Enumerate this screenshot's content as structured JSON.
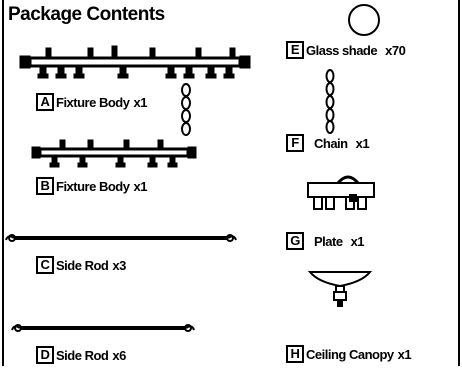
{
  "title": "Package Contents",
  "parts": [
    {
      "letter": "A",
      "name": "Fixture Body",
      "qty": "x1"
    },
    {
      "letter": "B",
      "name": "Fixture Body",
      "qty": "x1"
    },
    {
      "letter": "C",
      "name": "Side Rod",
      "qty": "x3"
    },
    {
      "letter": "D",
      "name": "Side Rod",
      "qty": "x6"
    },
    {
      "letter": "E",
      "name": "Glass shade",
      "qty": "x70"
    },
    {
      "letter": "F",
      "name": "Chain",
      "qty": "x1"
    },
    {
      "letter": "G",
      "name": "Plate",
      "qty": "x1"
    },
    {
      "letter": "H",
      "name": "Ceiling Canopy",
      "qty": "x1"
    }
  ]
}
